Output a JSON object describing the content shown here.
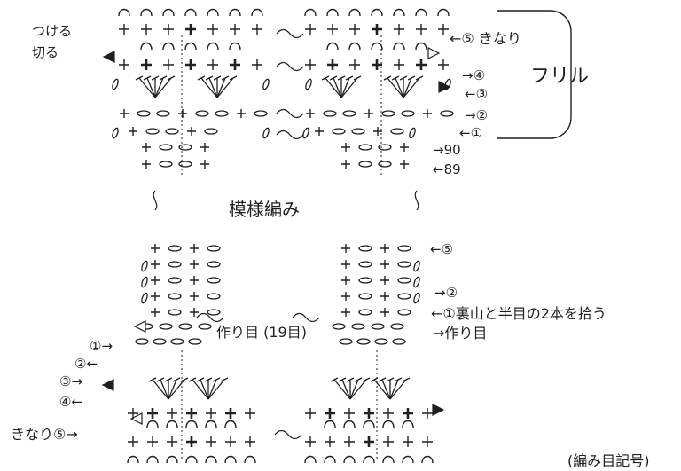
{
  "colors": {
    "ink": "#231f20",
    "background": "#ffffff"
  },
  "corner_text": {
    "line1": "つける",
    "line2": "切る"
  },
  "section_title": "模様編み",
  "bracket_label": "フリル",
  "top_markers": {
    "r5": "←⑤ きなり",
    "r4": "→④",
    "r3": "←③",
    "r2": "→②",
    "r1": "←①",
    "r90": "→90",
    "r89": "←89"
  },
  "bottom_markers": {
    "r5": "←⑤",
    "r2": "→②",
    "r1_note": "←①裏山と半目の2本を拾う",
    "chain_right": "→作り目",
    "chain_center": "作り目 (19目)"
  },
  "left_markers": {
    "r1": "①→",
    "r2": "②←",
    "r3": "③→",
    "r4": "④←",
    "r5": "きなり⑤→"
  },
  "footer_text": "(編み目記号)"
}
